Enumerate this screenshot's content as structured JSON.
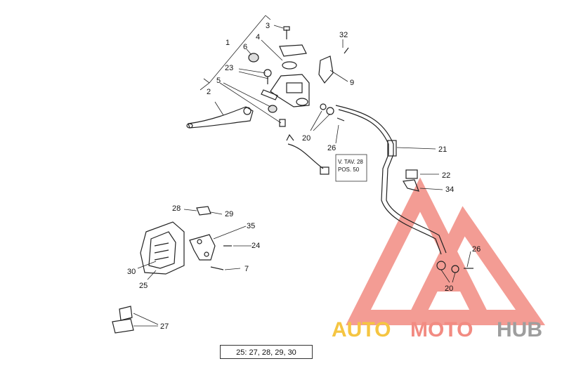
{
  "callouts": {
    "c1": "1",
    "c2": "2",
    "c3": "3",
    "c4": "4",
    "c5": "5",
    "c6": "6",
    "c7": "7",
    "c9": "9",
    "c20a": "20",
    "c20b": "20",
    "c21": "21",
    "c22": "22",
    "c23": "23",
    "c24": "24",
    "c25": "25",
    "c26a": "26",
    "c26b": "26",
    "c27": "27",
    "c28": "28",
    "c29": "29",
    "c30": "30",
    "c32": "32",
    "c34": "34",
    "c35": "35"
  },
  "reference_box": {
    "line1": "V. TAV. 28",
    "line2": "POS. 50"
  },
  "kit_note": "25: 27, 28, 29, 30",
  "watermark": {
    "part1": "AUTO",
    "part2": "MOTO",
    "part3": "HUB",
    "colors": {
      "part1": "#f5c542",
      "part2": "#f28b82",
      "part3": "#9e9e9e",
      "triangle": "#f28b82"
    }
  }
}
